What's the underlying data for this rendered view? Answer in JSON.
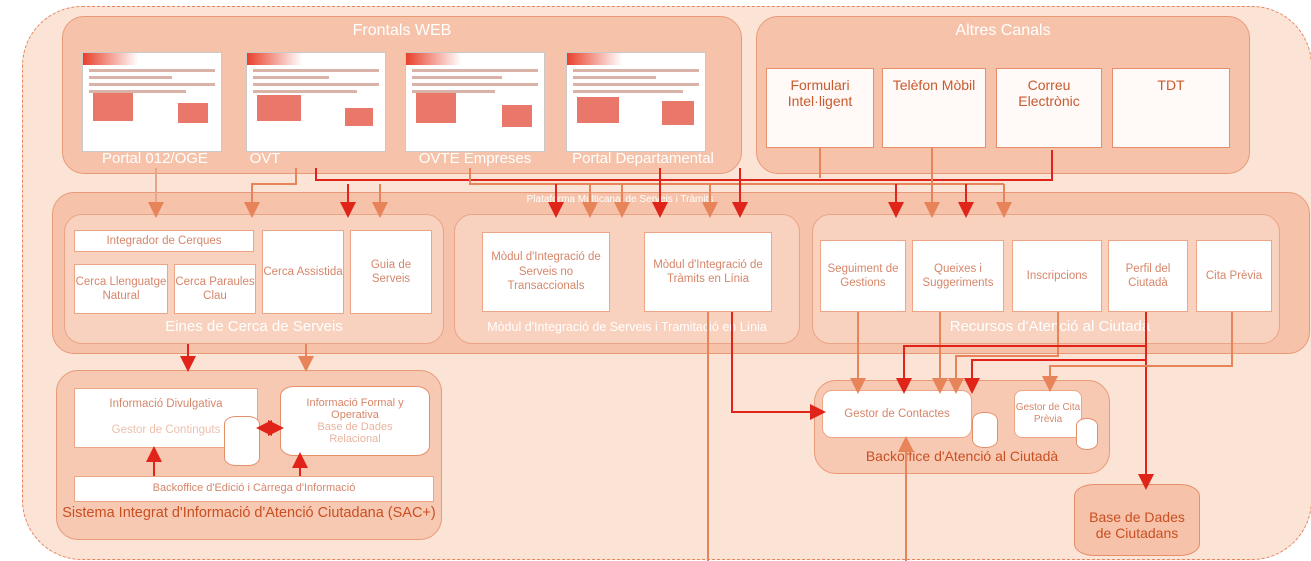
{
  "frontals": {
    "title": "Frontals WEB",
    "portals": [
      "Portal 012/OGE",
      "OVT",
      "OVTE Empreses",
      "Portal Departamental"
    ]
  },
  "altres": {
    "title": "Altres Canals",
    "channels": [
      "Formulari Intel·ligent",
      "Telèfon Mòbil",
      "Correu Electrònic",
      "TDT"
    ]
  },
  "plataforma": {
    "title": "Plataforma Multicanal de Serveis i Tràmits",
    "eines": {
      "title": "Eines de Cerca de Serveis",
      "integrador": "Integrador de Cerques",
      "llenguatge": "Cerca Llenguatge Natural",
      "paraules": "Cerca Paraules Clau",
      "assistida": "Cerca Assistida",
      "guia": "Guia de Serveis"
    },
    "modul": {
      "title": "Mòdul d'Integració de Serveis i Tramitació en Línia",
      "no_trans": "Mòdul d'Integració de Serveis no Transaccionals",
      "tramits": "Mòdul d'Integració de Tràmits en Línia"
    },
    "recursos": {
      "title": "Recursos d'Atenció al Ciutadà",
      "seguiment": "Seguiment de Gestions",
      "queixes": "Queixes i Suggeriments",
      "inscripcions": "Inscripcions",
      "perfil": "Perfil del Ciutadà",
      "cita": "Cita Prèvia"
    }
  },
  "sac": {
    "title": "Sistema Integrat d'Informació d'Atenció Ciutadana (SAC+)",
    "divulgativa": "Informació Divulgativa",
    "gestor": "Gestor de Continguts",
    "formal": "Informació Formal y Operativa",
    "base": "Base de Dades Relacional",
    "backoffice": "Backoffice d'Edició i Càrrega d'Informació"
  },
  "backoffice": {
    "title": "Backoffice d'Atenció al Ciutadà",
    "gestor_contactes": "Gestor de Contactes",
    "gestor_cita": "Gestor de Cita Prèvia"
  },
  "base_ciutadans": "Base de Dades de Ciutadans",
  "colors": {
    "arrow_dark": "#e0241a",
    "arrow_light": "#e8845a",
    "fill": "#f6c3aa"
  }
}
